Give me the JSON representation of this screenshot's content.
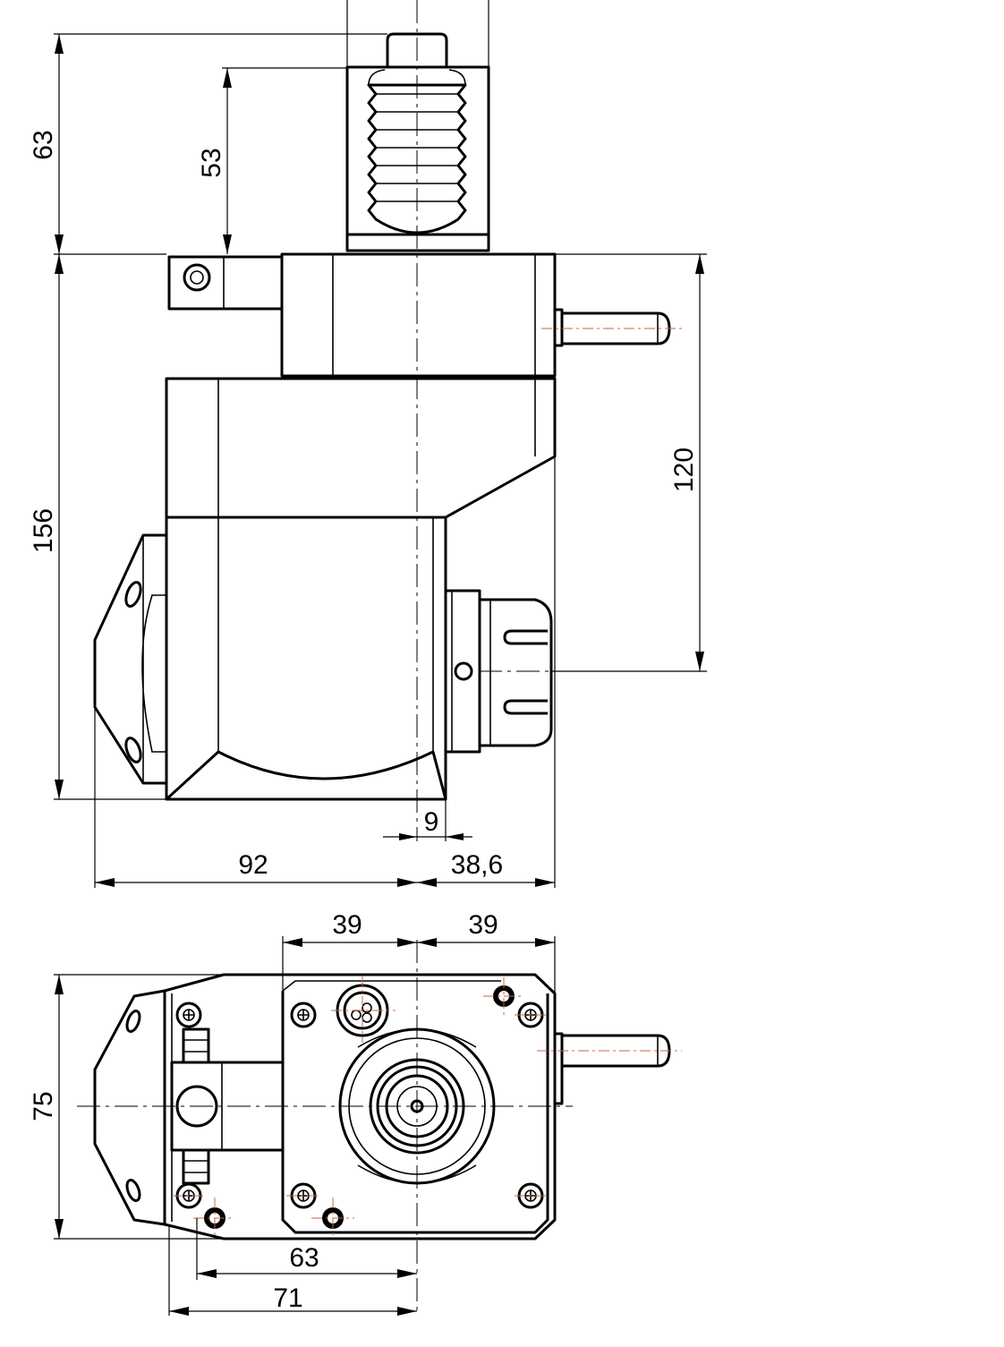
{
  "dimensions": {
    "top_height_outer": "63",
    "top_height_inner": "53",
    "body_height": "156",
    "axis_height": "120",
    "offset_small": "9",
    "width_left": "92",
    "width_right": "38,6",
    "bottom_half_left": "39",
    "bottom_half_right": "39",
    "bottom_depth": "75",
    "bolt_spacing_63": "63",
    "bolt_spacing_71": "71"
  },
  "colors": {
    "line": "#000000",
    "center_mark": "#c0694a",
    "background": "#ffffff"
  }
}
